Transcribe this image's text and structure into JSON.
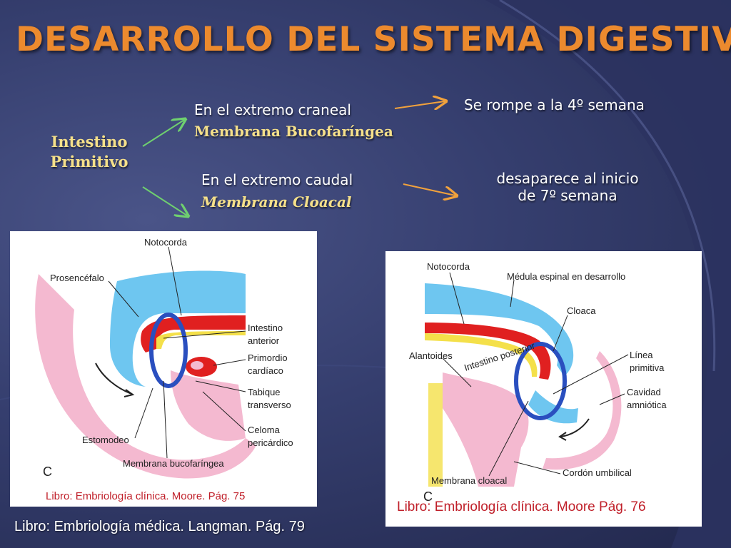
{
  "slide": {
    "title": "Desarrollo del Sistema Digestivo",
    "intestino_line1": "Intestino",
    "intestino_line2": "Primitivo",
    "cranial": {
      "heading": "En el extremo craneal",
      "membrane": "Membrana Bucofaríngea",
      "result": "Se rompe a la 4º semana"
    },
    "caudal": {
      "heading": "En el extremo caudal",
      "membrane": "Membrana Cloacal",
      "result_line1": "desaparece al inicio",
      "result_line2": "de 7º semana"
    },
    "ref_bottom": "Libro: Embriología médica. Langman. Pág. 79"
  },
  "figure_left": {
    "labels": {
      "notocorda": "Notocorda",
      "prosencefalo": "Prosencéfalo",
      "intestino1": "Intestino",
      "intestino2": "anterior",
      "primordio1": "Primordio",
      "primordio2": "cardíaco",
      "tabique1": "Tabique",
      "tabique2": "transverso",
      "estomodeo": "Estomodeo",
      "celoma1": "Celoma",
      "celoma2": "pericárdico",
      "membrana": "Membrana bucofaríngea",
      "letter": "C"
    },
    "caption": "Libro: Embriología clínica. Moore. Pág. 75"
  },
  "figure_right": {
    "labels": {
      "notocorda": "Notocorda",
      "medula": "Médula espinal en desarrollo",
      "cloaca": "Cloaca",
      "alantoides": "Alantoides",
      "intestino_post": "Intestino posterior",
      "linea1": "Línea",
      "linea2": "primitiva",
      "cavidad1": "Cavidad",
      "cavidad2": "amniótica",
      "membrana": "Membrana cloacal",
      "cordon": "Cordón umbilical",
      "letter": "C"
    },
    "caption": "Libro: Embriología clínica. Moore Pág. 76"
  },
  "colors": {
    "title": "#ec8a2e",
    "highlight_text": "#f5e08a",
    "caption": "#c0202a",
    "circle": "#2a4fbf"
  }
}
